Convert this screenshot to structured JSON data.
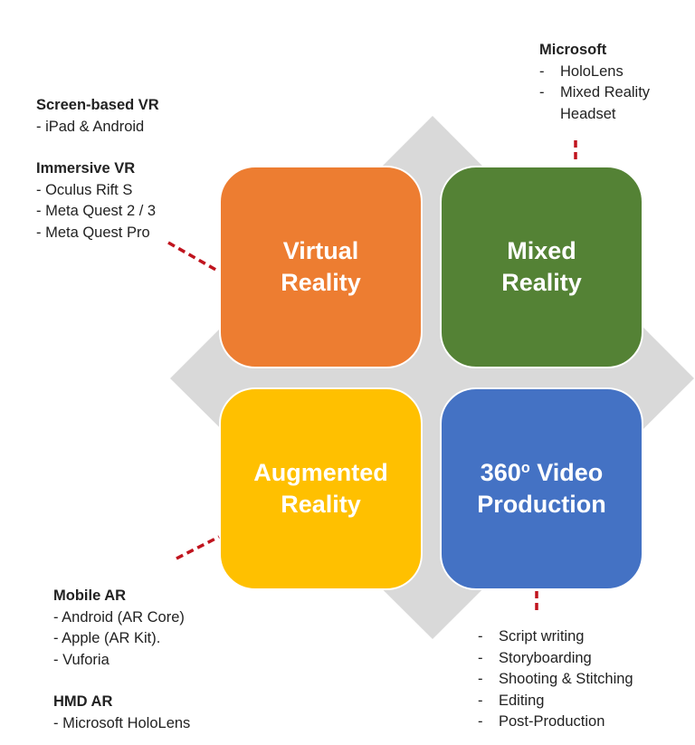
{
  "colors": {
    "diamond": "#D9D9D9",
    "virtual_reality": "#ED7D31",
    "mixed_reality": "#548235",
    "augmented_reality": "#FFC000",
    "video_360": "#4472C4",
    "connector": "#C0141E"
  },
  "quadrants": {
    "vr": {
      "label": "Virtual\nReality"
    },
    "mr": {
      "label": "Mixed\nReality"
    },
    "ar": {
      "label": "Augmented\nReality"
    },
    "video": {
      "label": "360º Video\nProduction"
    }
  },
  "notes": {
    "vr": {
      "groups": [
        {
          "heading": "Screen-based VR",
          "items": [
            "- iPad & Android"
          ]
        },
        {
          "heading": "Immersive VR",
          "items": [
            "- Oculus Rift S",
            "- Meta Quest 2 / 3",
            "- Meta Quest Pro"
          ]
        }
      ]
    },
    "mr": {
      "heading": "Microsoft",
      "items": [
        "HoloLens",
        "Mixed Reality",
        "Headset"
      ],
      "dashes": [
        "-",
        "-",
        ""
      ]
    },
    "ar": {
      "groups": [
        {
          "heading": "Mobile AR",
          "items": [
            "- Android (AR Core)",
            "- Apple (AR Kit).",
            "- Vuforia"
          ]
        },
        {
          "heading": "HMD AR",
          "items": [
            "- Microsoft HoloLens"
          ]
        }
      ]
    },
    "video": {
      "items": [
        "Script writing",
        "Storyboarding",
        "Shooting & Stitching",
        "Editing",
        "Post-Production"
      ],
      "dash": "-"
    }
  }
}
